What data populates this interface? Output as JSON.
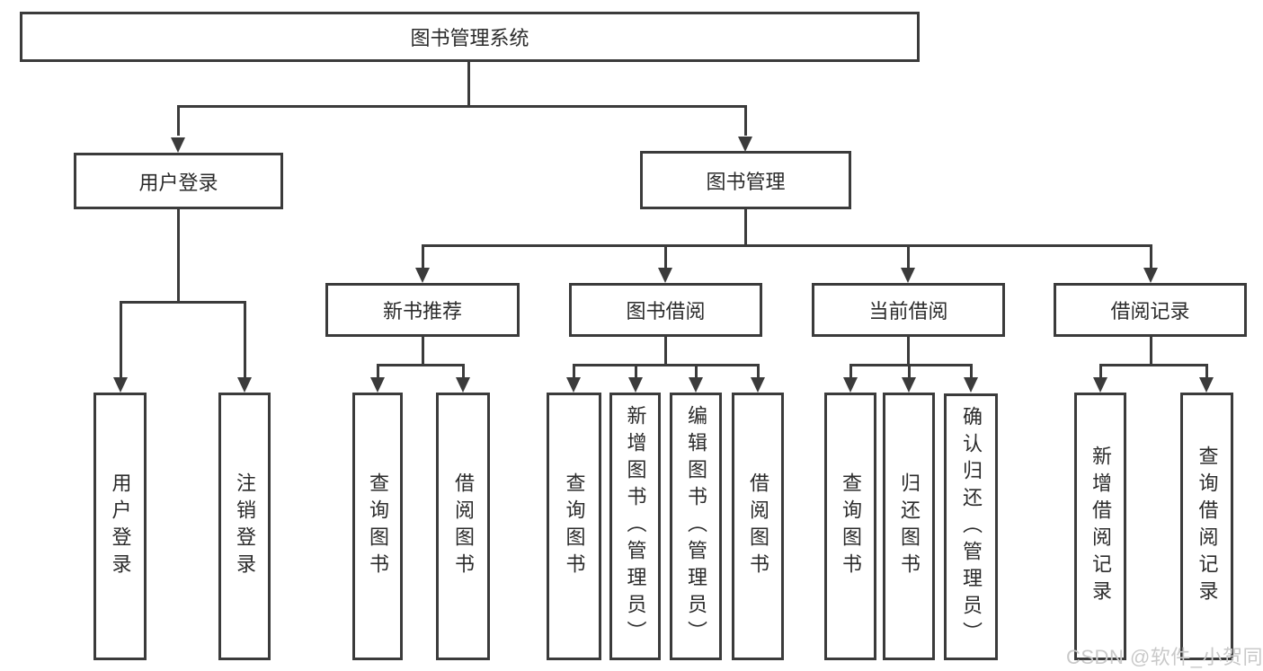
{
  "tree": {
    "root": {
      "label": "图书管理系统",
      "children": [
        {
          "label": "用户登录",
          "children": [
            {
              "label": "用户登录"
            },
            {
              "label": "注销登录"
            }
          ]
        },
        {
          "label": "图书管理",
          "children": [
            {
              "label": "新书推荐",
              "children": [
                {
                  "label": "查询图书"
                },
                {
                  "label": "借阅图书"
                }
              ]
            },
            {
              "label": "图书借阅",
              "children": [
                {
                  "label": "查询图书"
                },
                {
                  "label": "新增图书（管理员）"
                },
                {
                  "label": "编辑图书（管理员）"
                },
                {
                  "label": "借阅图书"
                }
              ]
            },
            {
              "label": "当前借阅",
              "children": [
                {
                  "label": "查询图书"
                },
                {
                  "label": "归还图书"
                },
                {
                  "label": "确认归还（管理员）"
                }
              ]
            },
            {
              "label": "借阅记录",
              "children": [
                {
                  "label": "新增借阅记录"
                },
                {
                  "label": "查询借阅记录"
                }
              ]
            }
          ]
        }
      ]
    }
  },
  "watermark": {
    "text": "CSDN @软件_小贺同学"
  },
  "colors": {
    "line": "#3b3b3b",
    "text": "#2b2b2b",
    "watermark": "#c9c9c9",
    "background": "#ffffff"
  }
}
